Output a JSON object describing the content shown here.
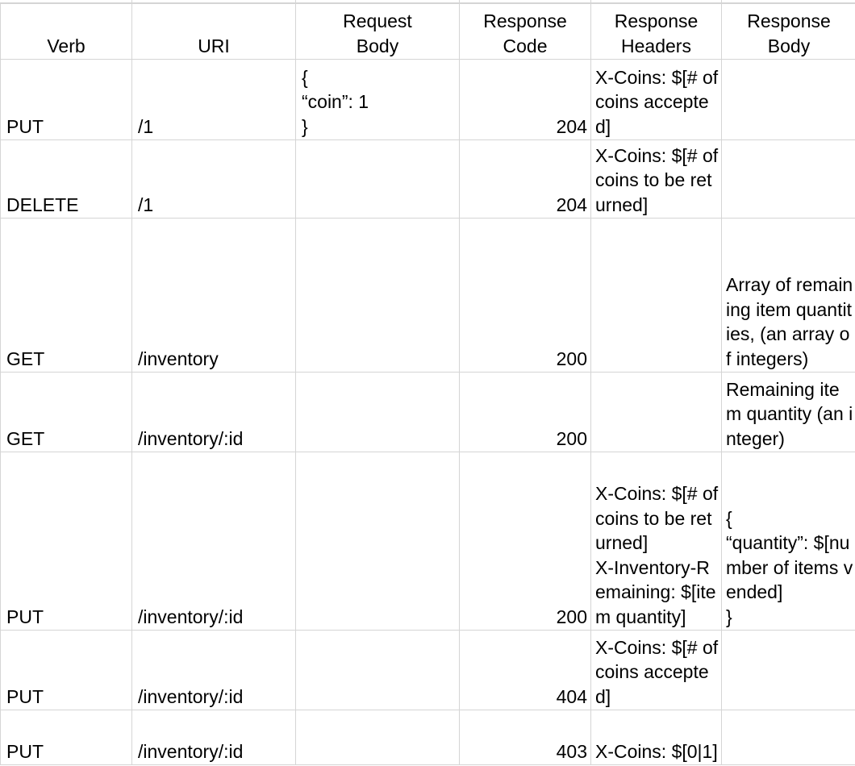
{
  "table": {
    "headers": {
      "verb": "Verb",
      "uri": "URI",
      "request_body": "Request\nBody",
      "response_code": "Response\nCode",
      "response_headers": "Response\nHeaders",
      "response_body": "Response\nBody"
    },
    "rows": [
      {
        "verb": "PUT",
        "uri": "/1",
        "request_body": "{\n“coin”: 1\n}",
        "response_code": "204",
        "response_headers": "X-Coins: $[# of coins accepted]",
        "response_body": ""
      },
      {
        "verb": "DELETE",
        "uri": "/1",
        "request_body": "",
        "response_code": "204",
        "response_headers": "X-Coins: $[# of coins to be returned]",
        "response_body": ""
      },
      {
        "verb": "GET",
        "uri": "/inventory",
        "request_body": "",
        "response_code": "200",
        "response_headers": "",
        "response_body": "Array of remaining item quantities, (an array of integers)"
      },
      {
        "verb": "GET",
        "uri": "/inventory/:id",
        "request_body": "",
        "response_code": "200",
        "response_headers": "",
        "response_body": "Remaining item quantity (an integer)"
      },
      {
        "verb": "PUT",
        "uri": "/inventory/:id",
        "request_body": "",
        "response_code": "200",
        "response_headers": "X-Coins: $[# of coins to be returned]\nX-Inventory-Remaining: $[item quantity]",
        "response_body": "{\n“quantity”: $[number of items vended]\n}"
      },
      {
        "verb": "PUT",
        "uri": "/inventory/:id",
        "request_body": "",
        "response_code": "404",
        "response_headers": "X-Coins: $[# of coins accepted]",
        "response_body": ""
      },
      {
        "verb": "PUT",
        "uri": "/inventory/:id",
        "request_body": "",
        "response_code": "403",
        "response_headers": "X-Coins: $[0|1]",
        "response_body": ""
      }
    ]
  }
}
